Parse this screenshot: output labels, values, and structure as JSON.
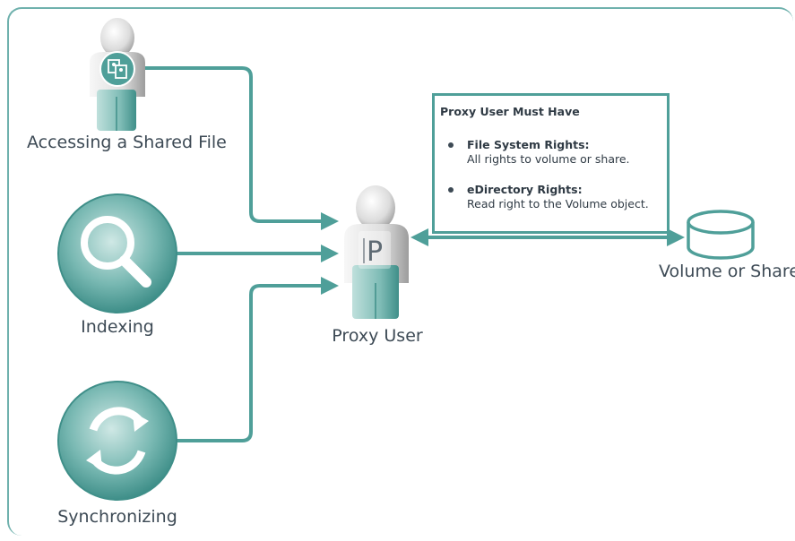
{
  "nodes": {
    "accessing": {
      "label": "Accessing a Shared File"
    },
    "indexing": {
      "label": "Indexing"
    },
    "synchronizing": {
      "label": "Synchronizing"
    },
    "proxy_user": {
      "label": "Proxy User",
      "badge_letter": "P"
    },
    "volume": {
      "label": "Volume or Share"
    }
  },
  "info_box": {
    "title": "Proxy User Must Have",
    "items": [
      {
        "heading": "File System Rights:",
        "text": "All rights to volume or share."
      },
      {
        "heading": "eDirectory Rights:",
        "text": "Read right to the Volume object."
      }
    ]
  },
  "colors": {
    "accent": "#4f9f99",
    "frame": "#6fb1ad",
    "teal_light": "#b8dcd8",
    "teal_dark": "#3f8f89",
    "grey_light": "#ededed",
    "grey_dark": "#9a9a9a",
    "text": "#3d4a55"
  }
}
